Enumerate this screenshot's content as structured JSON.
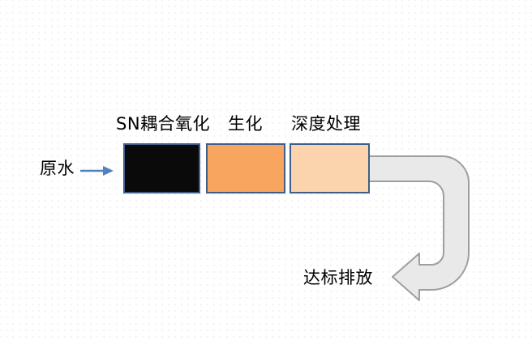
{
  "diagram": {
    "input": {
      "label": "原水"
    },
    "stages": [
      {
        "name": "sn-coupled-oxidation",
        "label": "SN耦合氧化",
        "fill": "#0A0A0A"
      },
      {
        "name": "biochemical",
        "label": "生化",
        "fill": "#F8A55F"
      },
      {
        "name": "advanced-treatment",
        "label": "深度处理",
        "fill": "#FBD3AC"
      }
    ],
    "output": {
      "label": "达标排放"
    },
    "colors": {
      "box_border": "#3E5F8A",
      "input_arrow": "#4F81BD",
      "pipe_fill": "#E9E9E9",
      "pipe_border": "#9E9E9E",
      "text": "#000000",
      "background": "#FFFFFF"
    }
  }
}
